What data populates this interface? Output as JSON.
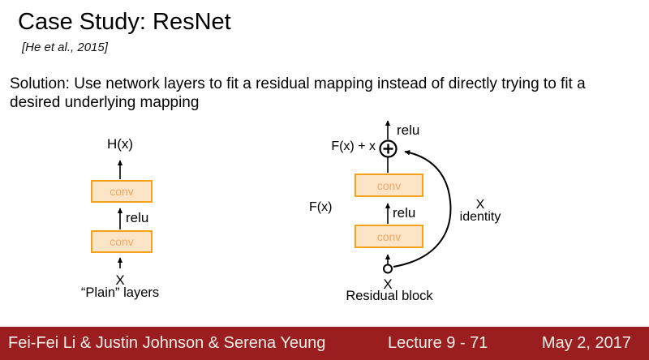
{
  "slide": {
    "title": "Case Study: ResNet",
    "citation": "[He et al., 2015]",
    "body_line1": "Solution: Use network layers to fit a residual mapping instead of directly trying to fit a",
    "body_line2": "desired underlying mapping"
  },
  "plain_diagram": {
    "output_label": "H(x)",
    "conv_top_label": "conv",
    "relu_label": "relu",
    "conv_bottom_label": "conv",
    "input_label": "X",
    "caption": "“Plain” layers"
  },
  "residual_diagram": {
    "relu_top_label": "relu",
    "sum_label": "F(x) + x",
    "fx_label": "F(x)",
    "conv_top_label": "conv",
    "relu_mid_label": "relu",
    "conv_bottom_label": "conv",
    "identity_label": "X\nidentity",
    "input_label": "X",
    "caption": "Residual block"
  },
  "footer": {
    "authors": "Fei-Fei Li & Justin Johnson & Serena Yeung",
    "lecture": "Lecture 9 - 71",
    "date": "May 2, 2017"
  },
  "colors": {
    "footer_background": "#9A1E1F",
    "footer_text": "#F3EEE7",
    "box_border": "#F5A21B",
    "box_fill": "#FBE5C6",
    "box_text": "#F0A868",
    "arrow": "#000000"
  }
}
